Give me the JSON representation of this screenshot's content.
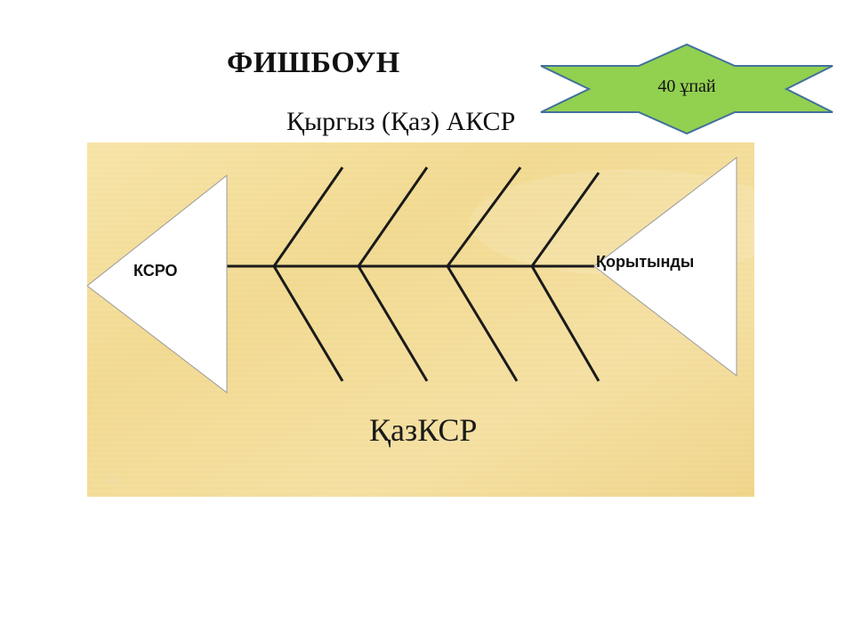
{
  "slide": {
    "title": "ФИШБОУН",
    "subtitle": "Қыргыз (Қаз) АКСР",
    "badge": "40 ұпай",
    "page_number": "13"
  },
  "diagram": {
    "left_head": "КСРО",
    "right_head": "Қорытынды",
    "center_caption": "ҚазКСР",
    "bones_per_side": 4
  },
  "colors": {
    "badge_fill": "#92d050",
    "badge_stroke": "#41719c",
    "panel_base": "#f3dd9c",
    "bone_line": "#1a1a1a"
  }
}
